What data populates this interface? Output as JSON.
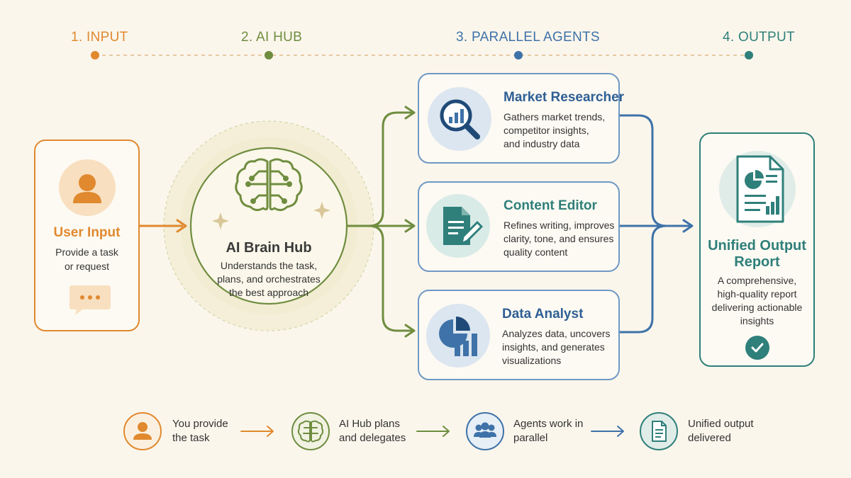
{
  "colors": {
    "orange": "#e0892f",
    "green": "#6f8d3f",
    "blue": "#3e72a8",
    "teal": "#2f7f7a",
    "background": "#fbf6ec"
  },
  "stages": [
    {
      "label": "1. INPUT",
      "color": "#e0892f"
    },
    {
      "label": "2. AI HUB",
      "color": "#6f8d3f"
    },
    {
      "label": "3. PARALLEL AGENTS",
      "color": "#3e72a8"
    },
    {
      "label": "4. OUTPUT",
      "color": "#2f7f7a"
    }
  ],
  "user_input": {
    "title": "User Input",
    "description": "Provide a task\nor request",
    "icon": "user-icon",
    "bubble_icon": "chat-bubble-icon"
  },
  "hub": {
    "title": "AI Brain Hub",
    "description": "Understands the task,\nplans, and orchestrates\nthe best approach",
    "icon": "brain-circuit-icon"
  },
  "agents": [
    {
      "title": "Market Researcher",
      "description": "Gathers market trends,\ncompetitor insights,\nand industry data",
      "icon": "magnifier-chart-icon"
    },
    {
      "title": "Content Editor",
      "description": "Refines writing, improves\nclarity, tone, and ensures\nquality content",
      "icon": "document-pencil-icon"
    },
    {
      "title": "Data Analyst",
      "description": "Analyzes data, uncovers\ninsights, and generates\nvisualizations",
      "icon": "pie-bar-chart-icon"
    }
  ],
  "output": {
    "title": "Unified Output\nReport",
    "description": "A comprehensive,\nhigh-quality report\ndelivering actionable\ninsights",
    "icon": "report-icon",
    "check_icon": "check-icon"
  },
  "footer": [
    {
      "text": "You provide\nthe task",
      "icon": "user-icon"
    },
    {
      "text": "AI Hub plans\nand delegates",
      "icon": "brain-icon"
    },
    {
      "text": "Agents work in\nparallel",
      "icon": "team-icon"
    },
    {
      "text": "Unified output\ndelivered",
      "icon": "document-icon"
    }
  ]
}
